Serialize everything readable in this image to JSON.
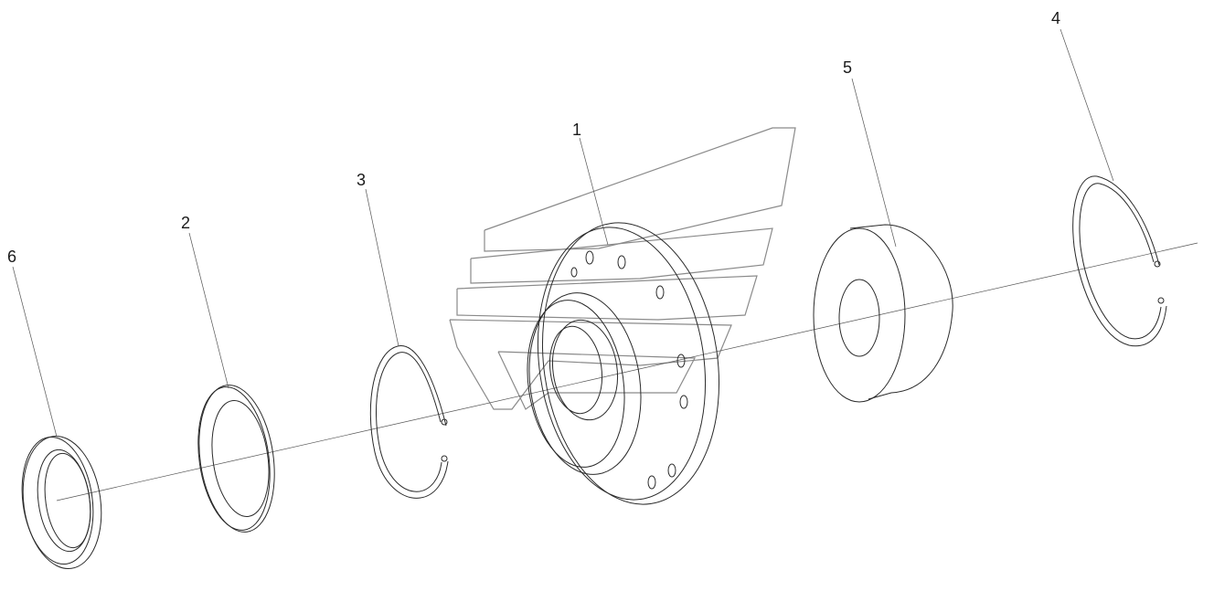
{
  "labels": {
    "part_1": "1",
    "part_2": "2",
    "part_3": "3",
    "part_4": "4",
    "part_5": "5",
    "part_6": "6"
  },
  "colors": {
    "line": "#2a2a2a",
    "watermark": "#8a8a8a",
    "background": "#ffffff"
  }
}
